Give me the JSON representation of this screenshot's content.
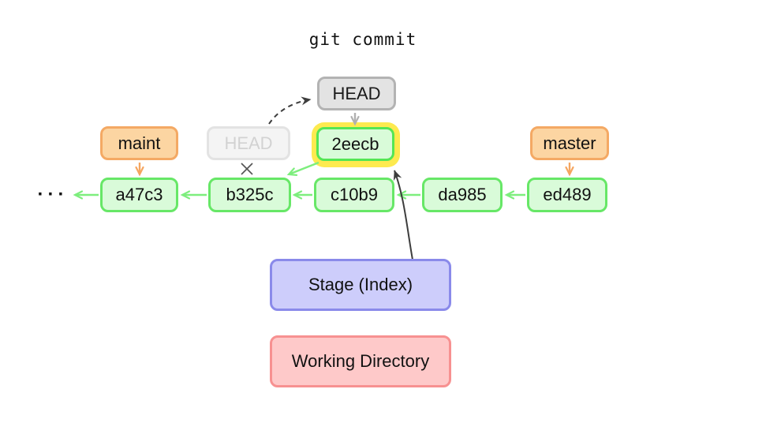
{
  "title": "git commit",
  "head": {
    "current": "HEAD",
    "previous": "HEAD"
  },
  "new_commit": {
    "label": "2eecb"
  },
  "branches": {
    "maint": "maint",
    "master": "master"
  },
  "commits": [
    "a47c3",
    "b325c",
    "c10b9",
    "da985",
    "ed489"
  ],
  "ellipsis": "···",
  "areas": {
    "stage": "Stage (Index)",
    "working": "Working Directory"
  },
  "colors": {
    "commit_border": "#67e767",
    "commit_fill": "#d9fbd9",
    "commit_new_border": "#54e654",
    "arrow_green": "#7dee7d",
    "branch_border": "#f4a964",
    "branch_fill": "#fcd5a2",
    "arrow_orange": "#f5a55f",
    "head_border": "#b3b3b3",
    "head_fill": "#e3e3e3",
    "arrow_gray": "#b0b0b0",
    "head_old_border": "#e3e3e3",
    "head_old_fill": "#f4f4f4",
    "head_old_text": "#d2d2d2",
    "highlight": "#fdea4f",
    "stage_border": "#8a8aea",
    "stage_fill": "#cdcdfb",
    "working_border": "#f79191",
    "working_fill": "#fec9c9",
    "arrow_dark": "#3d3d3d",
    "cross_mark": "#555555"
  }
}
